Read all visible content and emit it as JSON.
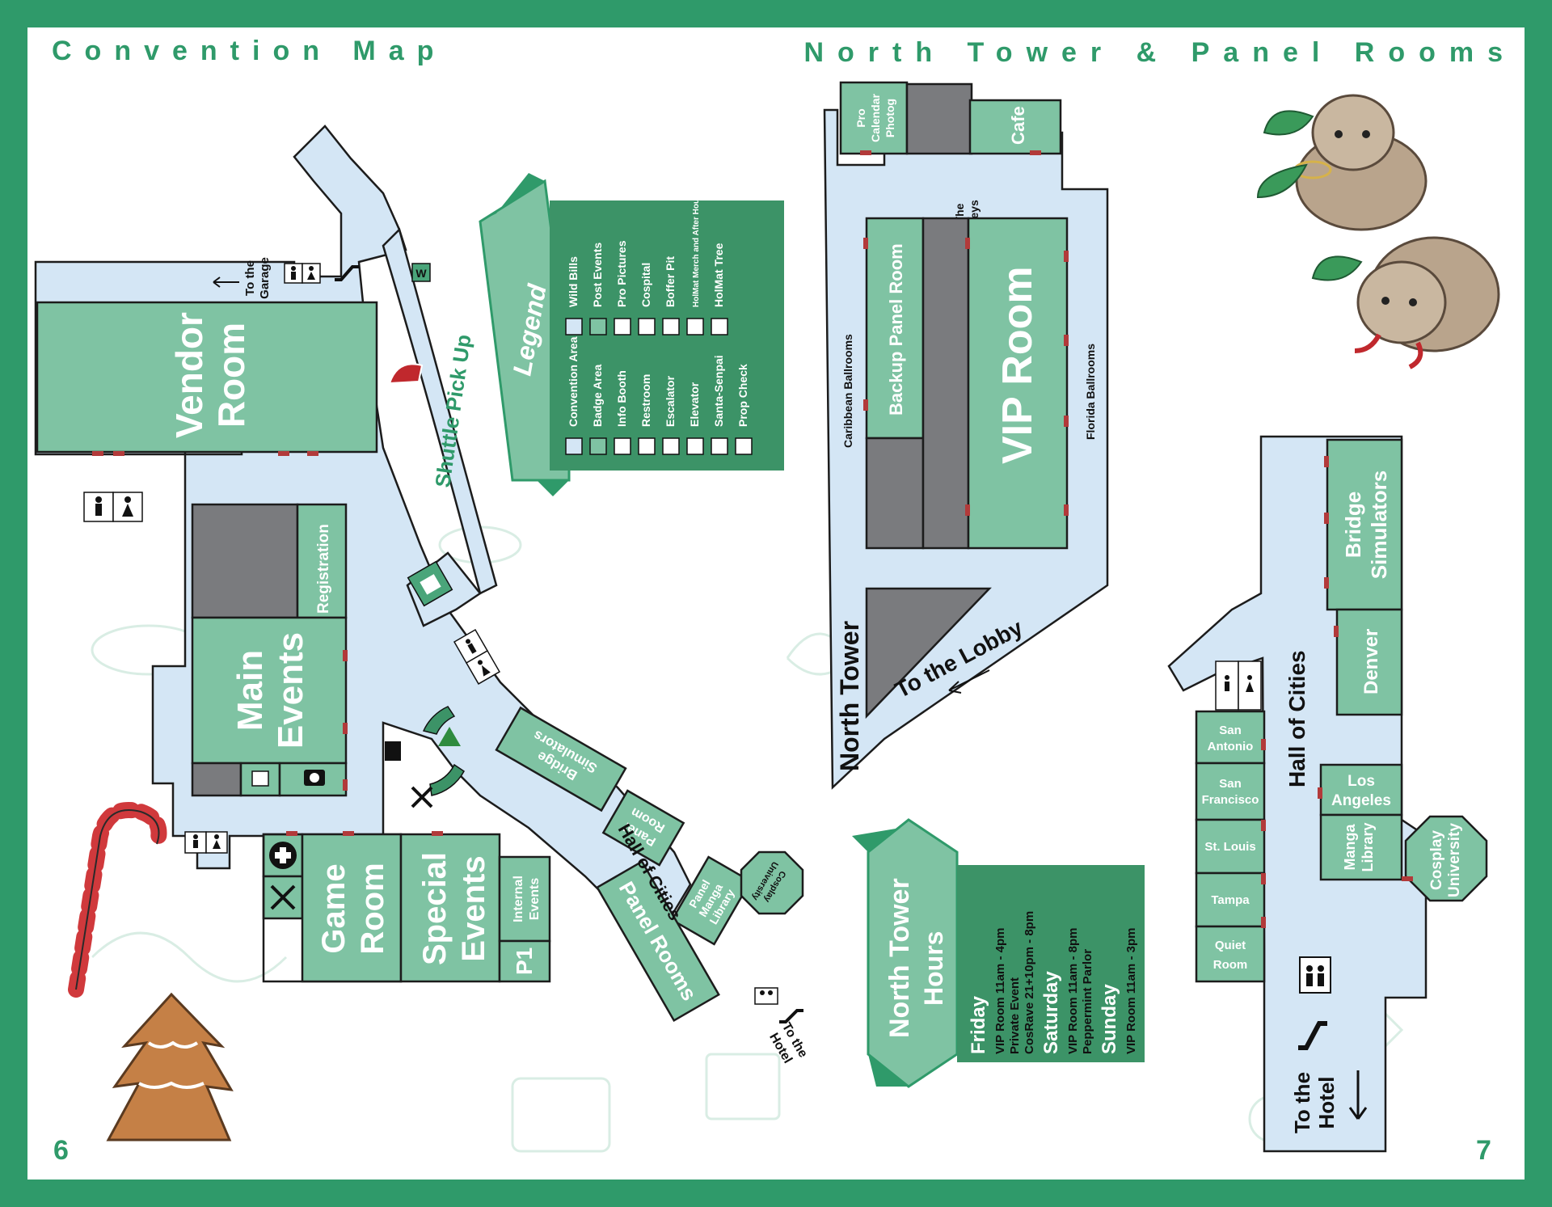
{
  "header": {
    "left_title": "Convention Map",
    "right_title": "North Tower & Panel Rooms"
  },
  "page_numbers": {
    "left": "6",
    "right": "7"
  },
  "colors": {
    "frame_green": "#2f9a6a",
    "room_green": "#7fc3a3",
    "floor_blue": "#d4e6f5",
    "dark_green": "#3c9367",
    "gray": "#7a7b7e",
    "door_red": "#b23a3a"
  },
  "rooms": {
    "vendor_room": [
      "Vendor",
      "Room"
    ],
    "registration": "Registration",
    "main_events": [
      "Main",
      "Events"
    ],
    "game_room": [
      "Game",
      "Room"
    ],
    "special_events": [
      "Special",
      "Events"
    ],
    "internal_events": [
      "Internal",
      "Events"
    ],
    "p1": "P1",
    "bridge_simulators_small": [
      "Bridge",
      "Simulators"
    ],
    "panel_room_small": [
      "Panel",
      "Room"
    ],
    "panel_manga_library": [
      "Panel",
      "Manga",
      "Library"
    ],
    "cosplay_university_small": [
      "Cosplay",
      "University"
    ],
    "panel_rooms": "Panel Rooms",
    "hall_of_cities_left": "Hall of Cities",
    "shuttle_pick_up": "Shuttle Pick Up",
    "to_the_garage": [
      "To the",
      "Garage"
    ],
    "to_the_hotel_left": [
      "To the",
      "Hotel"
    ]
  },
  "legend": {
    "title": "Legend",
    "items": [
      "Convention Area",
      "Badge Area",
      "Info Booth",
      "Restroom",
      "Escalator",
      "Elevator",
      "Santa-Senpai",
      "Prop Check",
      "Wild Bills",
      "Post Events",
      "Pro Pictures",
      "Cospital",
      "Boffer Pit",
      "HolMat Merch and After Hours Registration",
      "HolMat Tree"
    ],
    "icons": [
      "convention-area-swatch",
      "badge-area-swatch",
      "info-booth-icon",
      "restroom-icon",
      "escalator-icon",
      "elevator-icon",
      "santa-hat-icon",
      "prop-check-icon",
      "wild-bills-icon",
      "post-events-icon",
      "camera-icon",
      "cospital-cross-icon",
      "boffer-pit-icon",
      "tshirt-icon",
      "tree-icon"
    ]
  },
  "north_tower": {
    "title": "North Tower",
    "pro_calendar_photog": [
      "Pro",
      "Calendar",
      "Photog"
    ],
    "cafe": "Cafe",
    "the_keys": [
      "The",
      "Keys"
    ],
    "caribbean_ballrooms": "Caribbean Ballrooms",
    "backup_panel_room": "Backup Panel Room",
    "vip_room": "VIP Room",
    "florida_ballrooms": "Florida Ballrooms",
    "to_the_lobby": "To the Lobby"
  },
  "hours": {
    "banner": [
      "North Tower",
      "Hours"
    ],
    "days": [
      {
        "day": "Friday",
        "lines": [
          "VIP Room 11am - 4pm",
          "Private Event",
          "CosRave 21+10pm - 8pm"
        ]
      },
      {
        "day": "Saturday",
        "lines": [
          "VIP Room 11am - 8pm",
          "Peppermint Parlor"
        ]
      },
      {
        "day": "Sunday",
        "lines": [
          "VIP Room 11am - 3pm"
        ]
      }
    ]
  },
  "right_map": {
    "bridge_simulators": [
      "Bridge",
      "Simulators"
    ],
    "denver": "Denver",
    "hall_of_cities": "Hall of Cities",
    "san_antonio": [
      "San",
      "Antonio"
    ],
    "san_francisco": [
      "San",
      "Francisco"
    ],
    "st_louis": "St. Louis",
    "tampa": "Tampa",
    "quiet_room": [
      "Quiet",
      "Room"
    ],
    "los_angeles": [
      "Los",
      "Angeles"
    ],
    "manga_library": [
      "Manga",
      "Library"
    ],
    "cosplay_university": [
      "Cosplay",
      "University"
    ],
    "to_the_hotel": [
      "To the",
      "Hotel"
    ]
  }
}
